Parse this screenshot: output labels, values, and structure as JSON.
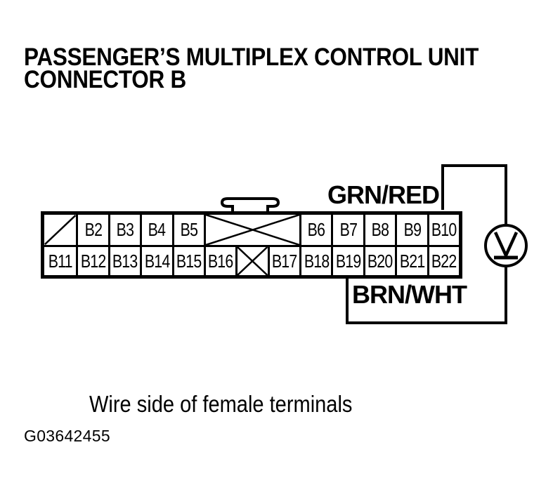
{
  "page": {
    "background_color": "#ffffff",
    "line_color": "#000000",
    "title_line1": "PASSENGER’S MULTIPLEX CONTROL UNIT",
    "title_line2": "CONNECTOR B",
    "caption": "Wire side of female terminals",
    "figure_id": "G03642455"
  },
  "connector": {
    "top_row": [
      {
        "label": "",
        "type": "empty-slot-slash"
      },
      {
        "label": "B2",
        "type": "pin"
      },
      {
        "label": "B3",
        "type": "pin"
      },
      {
        "label": "B4",
        "type": "pin"
      },
      {
        "label": "B5",
        "type": "pin"
      },
      {
        "label": "",
        "type": "blocked-slot-x",
        "span": 3
      },
      {
        "label": "B6",
        "type": "pin"
      },
      {
        "label": "B7",
        "type": "pin"
      },
      {
        "label": "B8",
        "type": "pin"
      },
      {
        "label": "B9",
        "type": "pin"
      },
      {
        "label": "B10",
        "type": "pin"
      }
    ],
    "bottom_row": [
      {
        "label": "B11",
        "type": "pin"
      },
      {
        "label": "B12",
        "type": "pin"
      },
      {
        "label": "B13",
        "type": "pin"
      },
      {
        "label": "B14",
        "type": "pin"
      },
      {
        "label": "B15",
        "type": "pin"
      },
      {
        "label": "B16",
        "type": "pin"
      },
      {
        "label": "",
        "type": "blocked-slot-x"
      },
      {
        "label": "B17",
        "type": "pin"
      },
      {
        "label": "B18",
        "type": "pin"
      },
      {
        "label": "B19",
        "type": "pin"
      },
      {
        "label": "B20",
        "type": "pin"
      },
      {
        "label": "B21",
        "type": "pin"
      },
      {
        "label": "B22",
        "type": "pin"
      }
    ]
  },
  "circuit": {
    "top_wire_label": "GRN/RED",
    "top_wire_pin": "B10",
    "bottom_wire_label": "BRN/WHT",
    "bottom_wire_pin": "B19",
    "meter_glyph": "V"
  }
}
